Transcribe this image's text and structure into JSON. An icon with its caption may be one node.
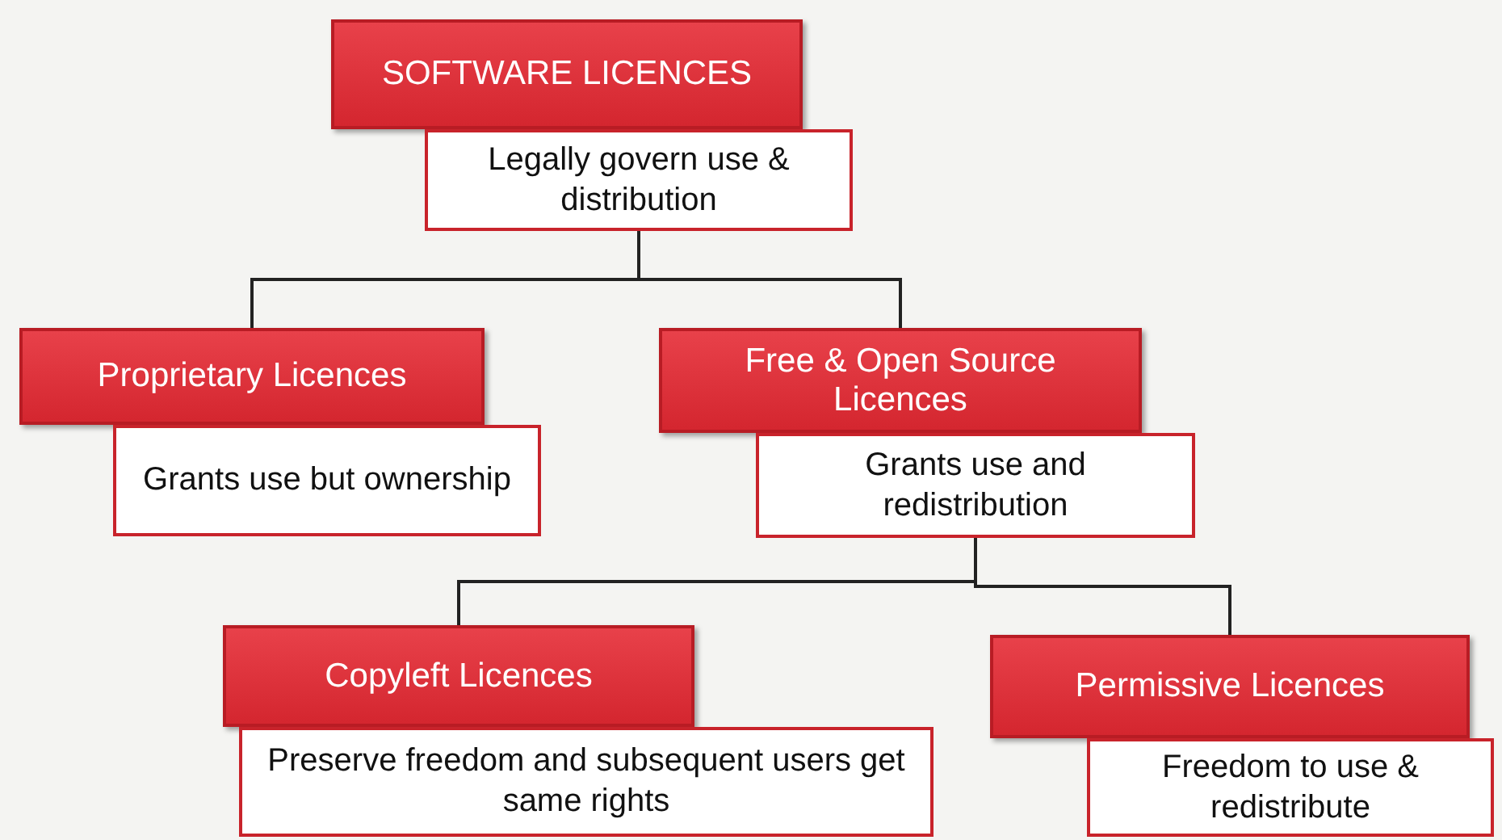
{
  "diagram": {
    "nodes": [
      {
        "text": [
          "SOFTWARE LICENCES"
        ]
      },
      {
        "text": [
          "Legally govern use & distribution"
        ]
      },
      {
        "text": [
          "Proprietary Licences"
        ]
      },
      {
        "text": [
          "Grants use but ownership"
        ]
      },
      {
        "text": [
          "Free & Open Source Licences"
        ]
      },
      {
        "text": [
          "Grants use and redistribution"
        ]
      },
      {
        "text": [
          "Copyleft Licences"
        ]
      },
      {
        "text": [
          "Preserve freedom and subsequent users get same rights"
        ]
      },
      {
        "text": [
          "Permissive Licences"
        ]
      },
      {
        "text": [
          "Freedom to use & redistribute"
        ]
      }
    ],
    "edges": [
      {
        "from": 1,
        "to": 2,
        "arrow": "none"
      },
      {
        "from": 1,
        "to": 4,
        "arrow": "none"
      },
      {
        "from": 5,
        "to": 6,
        "arrow": "none"
      },
      {
        "from": 5,
        "to": 8,
        "arrow": "none"
      }
    ]
  }
}
